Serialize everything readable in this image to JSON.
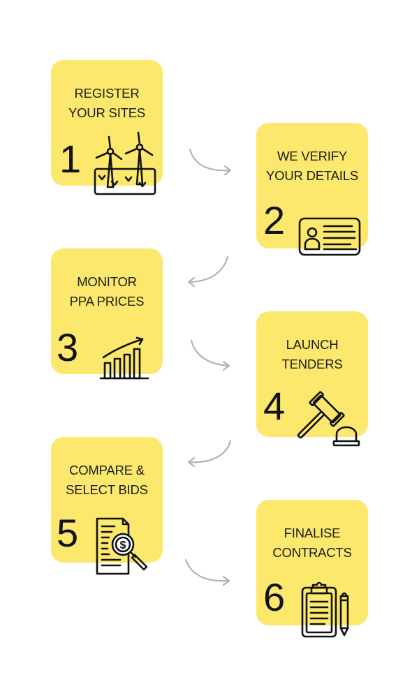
{
  "steps": [
    {
      "number": "1",
      "line1": "REGISTER",
      "line2": "YOUR SITES",
      "icon": "wind-turbine-icon"
    },
    {
      "number": "2",
      "line1": "WE VERIFY",
      "line2": "YOUR DETAILS",
      "icon": "id-card-icon"
    },
    {
      "number": "3",
      "line1": "MONITOR",
      "line2": "PPA PRICES",
      "icon": "growth-chart-icon"
    },
    {
      "number": "4",
      "line1": "LAUNCH",
      "line2": "TENDERS",
      "icon": "gavel-icon"
    },
    {
      "number": "5",
      "line1": "COMPARE &",
      "line2": "SELECT BIDS",
      "icon": "document-magnifier-icon"
    },
    {
      "number": "6",
      "line1": "FINALISE",
      "line2": "CONTRACTS",
      "icon": "clipboard-pencil-icon"
    }
  ],
  "colors": {
    "card": "#fbe86c",
    "arrow": "#aab3c2",
    "ink": "#111111"
  }
}
